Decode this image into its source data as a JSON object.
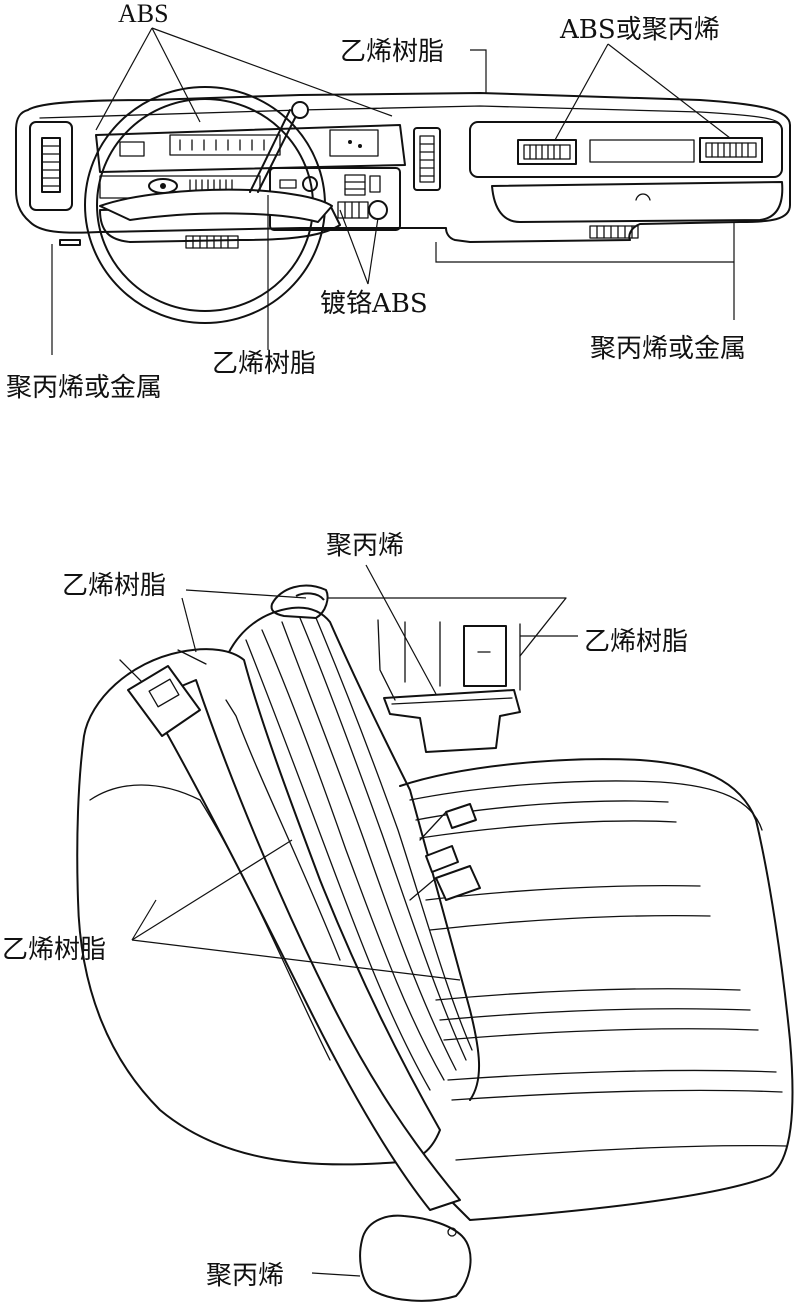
{
  "dashboard": {
    "labels": {
      "abs_top": "ABS",
      "vinyl_top": "乙烯树脂",
      "abs_or_pp": "ABS或聚丙烯",
      "chrome_abs": "镀铬ABS",
      "vinyl_bottom": "乙烯树脂",
      "pp_or_metal_left": "聚丙烯或金属",
      "pp_or_metal_right": "聚丙烯或金属"
    }
  },
  "seat": {
    "labels": {
      "pp_top": "聚丙烯",
      "vinyl_headrest": "乙烯树脂",
      "vinyl_panel": "乙烯树脂",
      "vinyl_cushion": "乙烯树脂",
      "pp_bottom": "聚丙烯"
    }
  }
}
